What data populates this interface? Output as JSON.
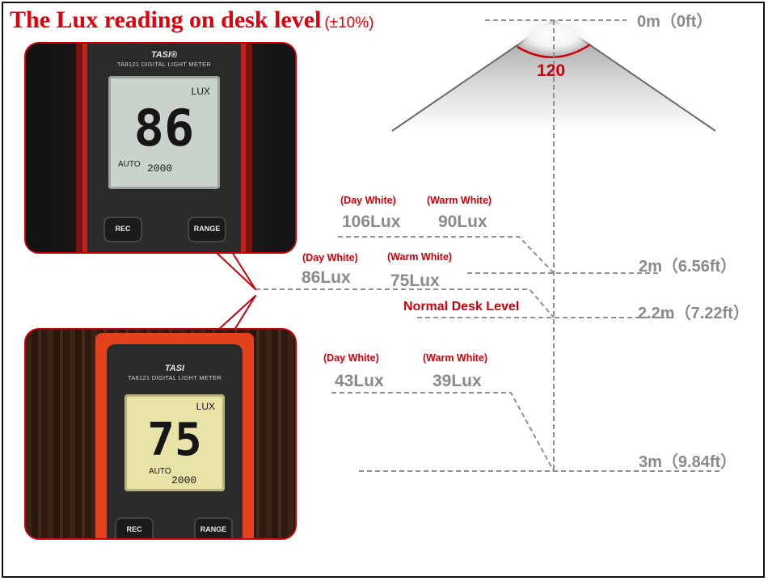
{
  "title": {
    "text": "The Lux reading on desk level",
    "tolerance": "(±10%)"
  },
  "beam_angle": "120",
  "distances": {
    "d0": "0m（0ft）",
    "d2": "2m（6.56ft）",
    "d22": "2.2m（7.22ft）",
    "d3": "3m（9.84ft）"
  },
  "desk_level_label": "Normal Desk Level",
  "readings": {
    "at_2m": {
      "day_label": "(Day White)",
      "day_value": "106Lux",
      "warm_label": "(Warm White)",
      "warm_value": "90Lux"
    },
    "at_2_2m": {
      "day_label": "(Day White)",
      "day_value": "86Lux",
      "warm_label": "(Warm White)",
      "warm_value": "75Lux"
    },
    "at_3m": {
      "day_label": "(Day White)",
      "day_value": "43Lux",
      "warm_label": "(Warm White)",
      "warm_value": "39Lux"
    }
  },
  "meter_top": {
    "brand": "TASI®",
    "model": "TA8121 DIGITAL LIGHT METER",
    "unit": "LUX",
    "value": "86",
    "mode": "AUTO",
    "range": "2000",
    "btn_left": "REC",
    "btn_right": "RANGE"
  },
  "meter_bottom": {
    "brand": "TASI",
    "model": "TA8121 DIGITAL LIGHT METER",
    "unit": "LUX",
    "value": "75",
    "mode": "AUTO",
    "range": "2000",
    "btn_left": "REC",
    "btn_right": "RANGE"
  },
  "colors": {
    "accent_red": "#e0000b",
    "gray_text": "#8a8a8a",
    "dashed_line": "#8f8f8f"
  }
}
